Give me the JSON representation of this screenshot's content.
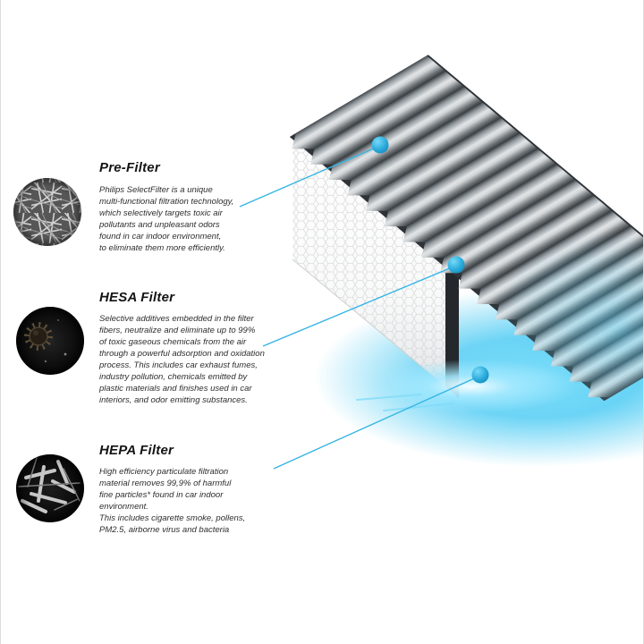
{
  "sections": [
    {
      "id": "pre-filter",
      "title": "Pre-Filter",
      "description": "Philips SelectFilter is a unique\nmulti-functional filtration technology,\nwhich selectively targets toxic air\npollutants and unpleasant odors\nfound in car indoor environment,\nto eliminate them more efficiently.",
      "micrograph": "fiber-mesh-micrograph"
    },
    {
      "id": "hesa-filter",
      "title": "HESA Filter",
      "description": "Selective additives embedded in the filter\nfibers, neutralize and eliminate up to 99%\nof  toxic gaseous chemicals from the air\nthrough a powerful adsorption and oxidation\nprocess. This includes car exhaust fumes,\nindustry pollution, chemicals emitted by\nplastic materials and finishes used in car\ninteriors, and odor emitting substances.",
      "micrograph": "pollen-particle-micrograph"
    },
    {
      "id": "hepa-filter",
      "title": "HEPA Filter",
      "description": "High efficiency particulate filtration\nmaterial removes 99,9% of harmful\nfine particles* found in car indoor\nenvironment.\nThis includes cigarette smoke, pollens,\nPM2.5, airborne virus and bacteria",
      "micrograph": "particulate-fiber-micrograph"
    }
  ],
  "colors": {
    "accent": "#35b5e5",
    "glow": "#3cc6f2",
    "pleat_light": "#dfe2e4",
    "pleat_dark": "#3a3f43"
  }
}
